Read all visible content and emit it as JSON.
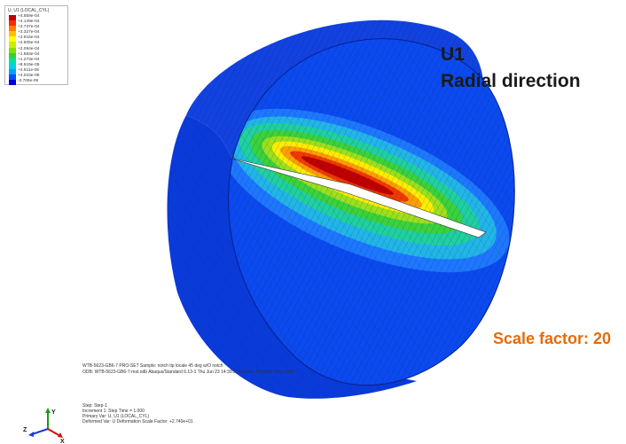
{
  "legend": {
    "title": "U, U1 (LOCAL_CYL)",
    "labels": [
      "+4.559e-04",
      "+4.149e-04",
      "+3.737e-04",
      "+3.327e-04",
      "+2.916e-04",
      "+2.505e-04",
      "+2.094e-04",
      "+1.683e-04",
      "+1.273e-04",
      "+8.619e-05",
      "+4.511e-05",
      "+4.023e-06",
      "-3.706e-05"
    ],
    "colors": [
      "#c00000",
      "#ff2a00",
      "#ff7a00",
      "#ffc000",
      "#ffff00",
      "#c8f000",
      "#80e000",
      "#30d040",
      "#00e0a0",
      "#00d0e0",
      "#00a0ff",
      "#0050ff",
      "#0000c8"
    ]
  },
  "annotation": {
    "component": "U1",
    "direction": "Radial direction",
    "scale_factor": "Scale factor: 20"
  },
  "info_lines": {
    "model_line": "WTB-5623-GB6-7 PRO-SET Sample: notch tip locale 45 deg w/O notch",
    "odb_line": "ODB: WTB-5623-GB6-7-mst.odb    Abaqus/Standard 6.13-1    Thu Jun 23 14:39:33 Eastern Daylight Time 2016",
    "step": "Step: Step-1",
    "increment": "Increment     1: Step Time =      1.000",
    "primary_var": "Primary Var: U, U1 (LOCAL_CYL)",
    "deformed_var": "Deformed Var: U    Deformation Scale Factor: +2.740e+01"
  },
  "triad": {
    "x": "X",
    "y": "Y",
    "z": "Z"
  }
}
